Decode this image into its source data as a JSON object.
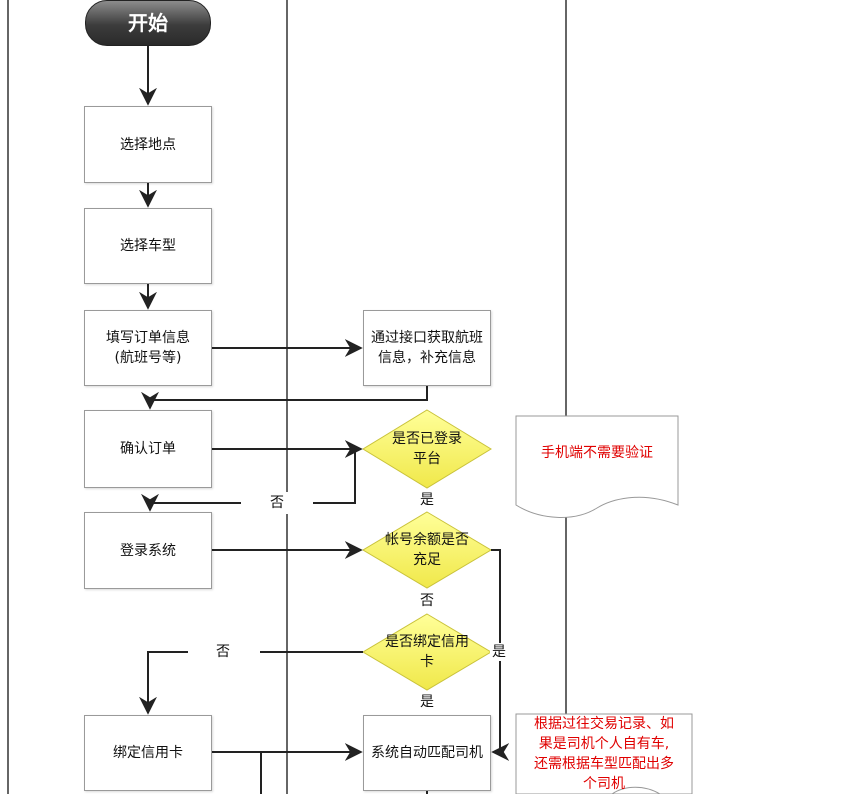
{
  "nodes": {
    "start": "开始",
    "select_location": "选择地点",
    "select_car_type": "选择车型",
    "fill_order": "填写订单信息\n(航班号等)",
    "fetch_flight": "通过接口获取航班\n信息，补充信息",
    "confirm_order": "确认订单",
    "is_logged_in": "是否已登录\n平台",
    "login_system": "登录系统",
    "balance_enough": "帐号余额是否\n充足",
    "credit_card_bound": "是否绑定信用\n卡",
    "bind_credit_card": "绑定信用卡",
    "auto_match_driver": "系统自动匹配司机"
  },
  "labels": {
    "no_1": "否",
    "yes_1": "是",
    "no_2": "否",
    "no_3": "否",
    "yes_2": "是",
    "yes_3": "是"
  },
  "notes": {
    "mobile_no_verify": "手机端不需要验证",
    "match_rule": "根据过往交易记录、如\n果是司机个人自有车,\n还需根据车型匹配出多\n个司机"
  },
  "colors": {
    "decision_fill": "#fafa6e",
    "note_text": "#e00000",
    "line": "#222222"
  }
}
